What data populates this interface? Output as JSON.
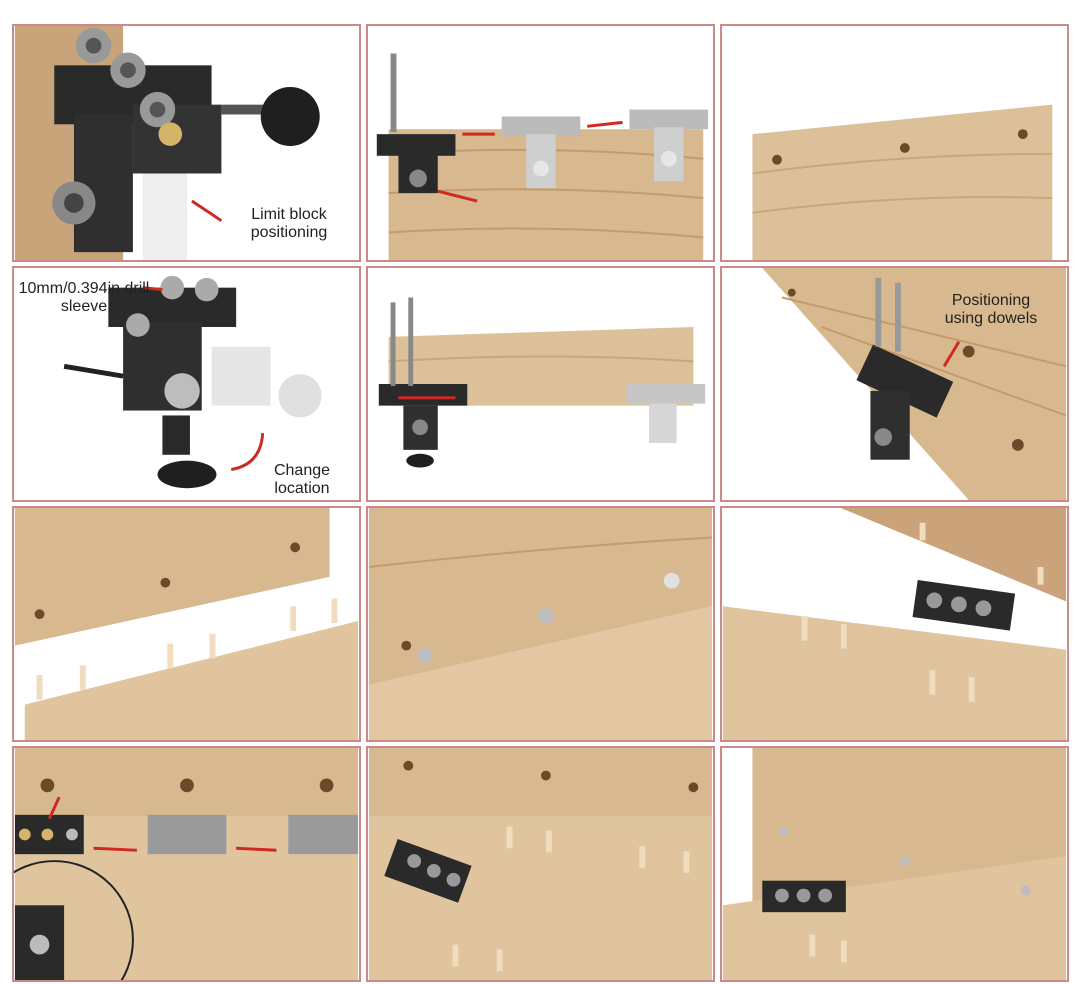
{
  "panels": [
    {
      "id": 1,
      "caption_line1": "Limit block",
      "caption_line2": "positioning"
    },
    {
      "id": 2
    },
    {
      "id": 3
    },
    {
      "id": 4,
      "caption_line1": "10mm/0.394in drill",
      "caption_line2": "sleeve",
      "caption_b_line1": "Change",
      "caption_b_line2": "location"
    },
    {
      "id": 5
    },
    {
      "id": 6,
      "caption_line1": "Positioning",
      "caption_line2": "using dowels"
    },
    {
      "id": 7
    },
    {
      "id": 8
    },
    {
      "id": 9
    },
    {
      "id": 10
    },
    {
      "id": 11
    },
    {
      "id": 12
    }
  ],
  "colors": {
    "wood_light": "#e3c9a2",
    "wood_mid": "#cfae84",
    "wood_dark": "#b8936a",
    "jig_black": "#262626",
    "metal": "#a9a9a9",
    "arrow_red": "#cc2a22",
    "panel_border": "#c98a8a"
  }
}
